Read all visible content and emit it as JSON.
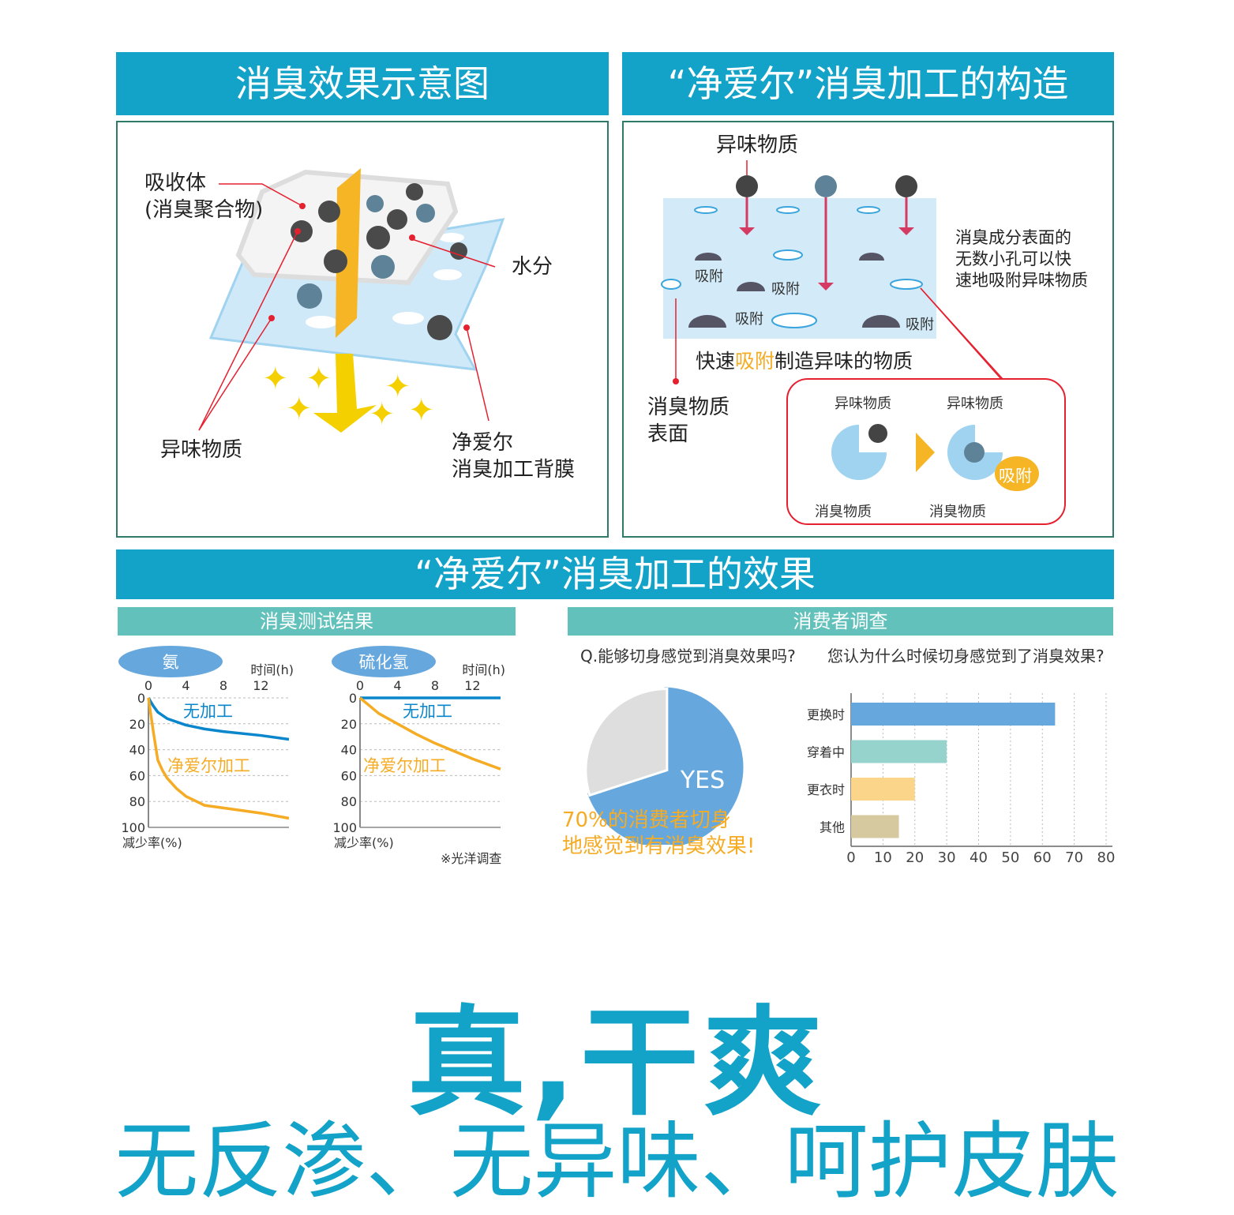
{
  "panel1": {
    "title": "消臭效果示意图",
    "absorber": "吸收体",
    "absorber2": "(消臭聚合物)",
    "water": "水分",
    "odor": "异味物质",
    "film1": "净爱尔",
    "film2": "消臭加工背膜"
  },
  "panel2": {
    "title": "“净爱尔”消臭加工的构造",
    "odor": "异味物质",
    "adsorb": "吸附",
    "desc1": "消臭成分表面的",
    "desc2": "无数小孔可以快",
    "desc3": "速地吸附异味物质",
    "fast_pre": "快速",
    "fast_hl": "吸附",
    "fast_post": "制造异味的物质",
    "surface1": "消臭物质",
    "surface2": "表面",
    "inset_odor": "异味物质",
    "inset_deo": "消臭物质",
    "inset_adsorb": "吸附"
  },
  "section": {
    "title": "“净爱尔”消臭加工的效果",
    "test_title": "消臭测试结果",
    "survey_title": "消费者调查",
    "q1": "Q.能够切身感觉到消臭效果吗?",
    "q2": "您认为什么时候切身感觉到了消臭效果?",
    "note": "※光洋调查",
    "pie_caption1": "70%的消费者切身",
    "pie_caption2": "地感觉到有消臭效果!"
  },
  "slogan": {
    "line1": "真,干爽",
    "line2": "无反渗、无异味、呵护皮肤"
  },
  "colors": {
    "teal": "#13a3c8",
    "sub": "#62c1bb",
    "border": "#2e7b6a",
    "blue": "#0a86cc",
    "orange": "#f5ac24"
  },
  "chart_data": [
    {
      "type": "line",
      "title": "氨",
      "xlabel": "时间(h)",
      "ylabel": "减少率(%)",
      "xticks": [
        0,
        4,
        8,
        12
      ],
      "yticks": [
        0,
        20,
        40,
        60,
        80,
        100
      ],
      "xlim": [
        0,
        15
      ],
      "ylim": [
        0,
        100
      ],
      "y_inverted": true,
      "grid": true,
      "series": [
        {
          "name": "无加工",
          "color": "#0a86cc",
          "x": [
            0,
            0.5,
            1,
            2,
            4,
            6,
            8,
            12,
            15
          ],
          "y": [
            0,
            6,
            11,
            16,
            21,
            24,
            26,
            29,
            32
          ]
        },
        {
          "name": "净爱尔加工",
          "color": "#f5ac24",
          "x": [
            0,
            0.5,
            1,
            1.5,
            2,
            3,
            4,
            6,
            8,
            12,
            15
          ],
          "y": [
            0,
            25,
            48,
            56,
            62,
            70,
            76,
            83,
            85,
            89,
            93
          ]
        }
      ]
    },
    {
      "type": "line",
      "title": "硫化氢",
      "xlabel": "时间(h)",
      "ylabel": "减少率(%)",
      "xticks": [
        0,
        4,
        8,
        12
      ],
      "yticks": [
        0,
        20,
        40,
        60,
        80,
        100
      ],
      "xlim": [
        0,
        15
      ],
      "ylim": [
        0,
        100
      ],
      "y_inverted": true,
      "grid": true,
      "series": [
        {
          "name": "无加工",
          "color": "#0a86cc",
          "x": [
            0,
            15
          ],
          "y": [
            0,
            0
          ]
        },
        {
          "name": "净爱尔加工",
          "color": "#f5ac24",
          "x": [
            0,
            1,
            2,
            4,
            6,
            8,
            10,
            12,
            15
          ],
          "y": [
            0,
            6,
            12,
            20,
            28,
            35,
            41,
            47,
            55
          ]
        }
      ]
    },
    {
      "type": "pie",
      "slices": [
        {
          "label": "YES",
          "value": 70,
          "color": "#66a8dd"
        },
        {
          "label": "",
          "value": 30,
          "color": "#dedede"
        }
      ]
    },
    {
      "type": "bar",
      "orientation": "horizontal",
      "categories": [
        "更换时",
        "穿着中",
        "更衣时",
        "其他"
      ],
      "values": [
        64,
        30,
        20,
        15
      ],
      "colors": [
        "#66a8dd",
        "#96d3cd",
        "#fad58a",
        "#d6c89f"
      ],
      "xticks": [
        0,
        10,
        20,
        30,
        40,
        50,
        60,
        70,
        80
      ],
      "xlim": [
        0,
        80
      ],
      "grid": true
    }
  ]
}
